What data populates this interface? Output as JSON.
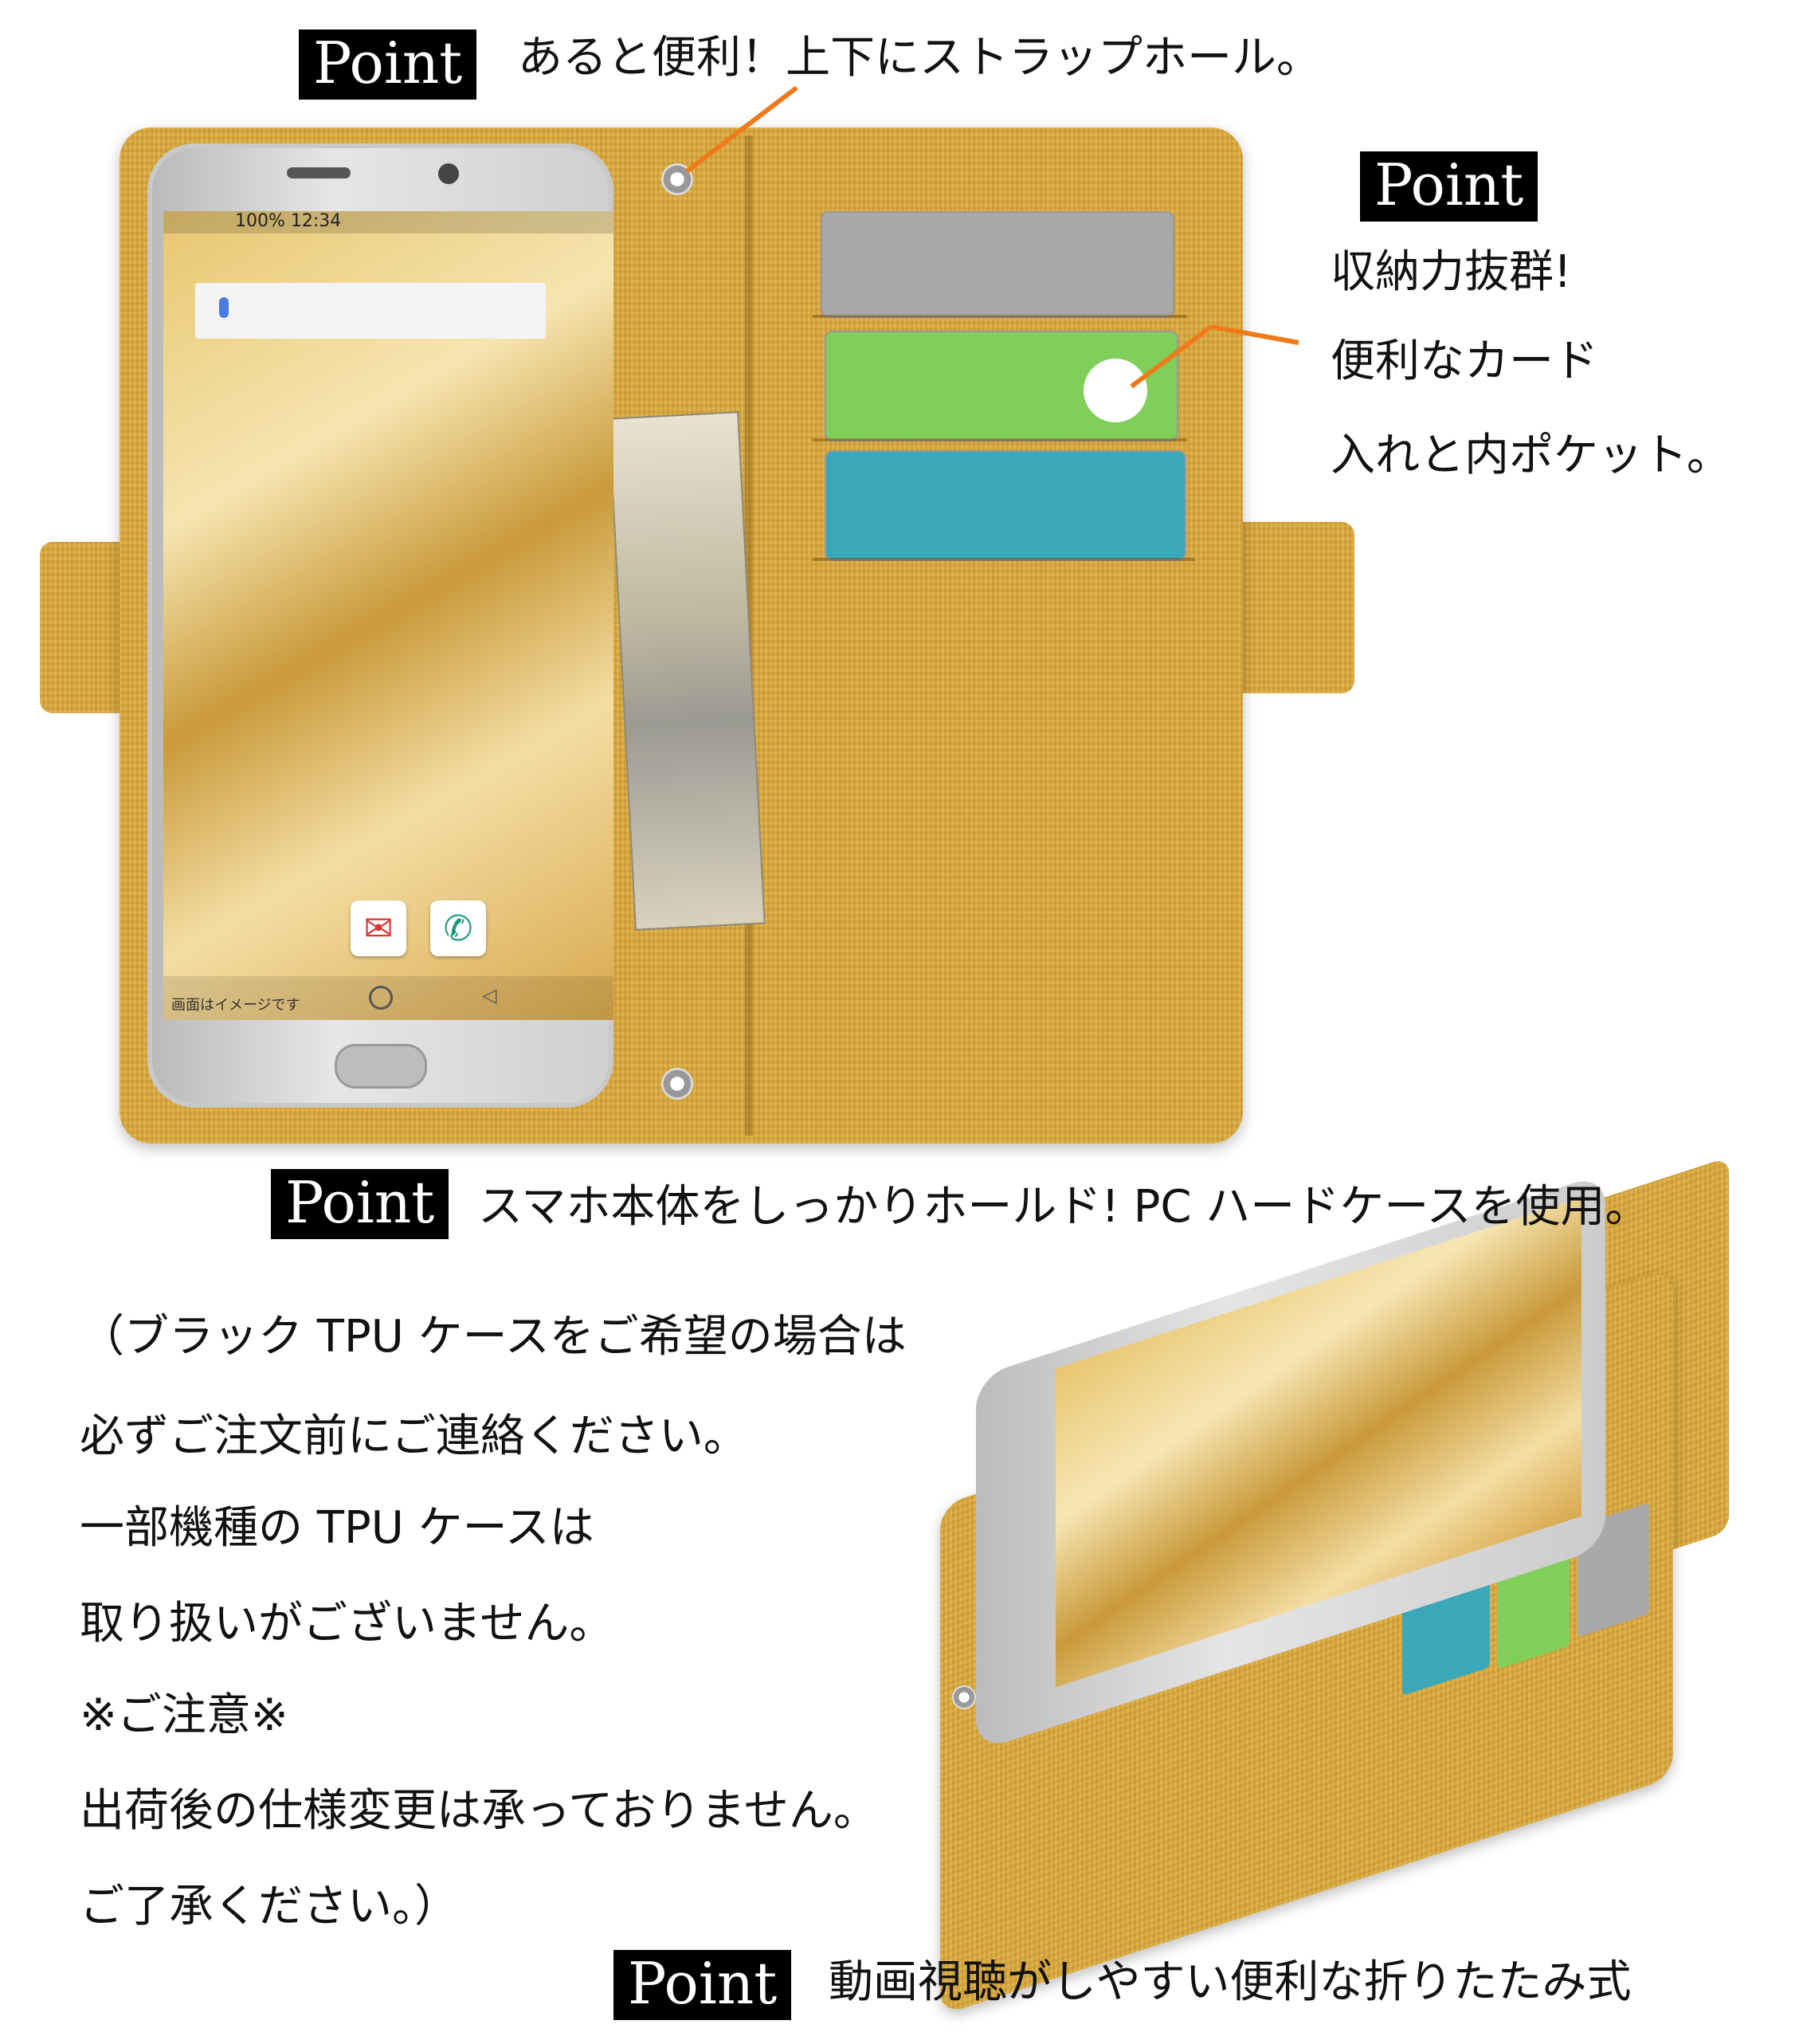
{
  "points": {
    "label": "Point",
    "strap_hole": "あると便利！上下にストラップホール。",
    "storage_line1": "収納力抜群!",
    "storage_line2": "便利なカード",
    "storage_line3": "入れと内ポケット。",
    "hard_case": "スマホ本体をしっかりホールド! PC ハードケースを使用。",
    "folding": "動画視聴がしやすい便利な折りたたみ式"
  },
  "notes": {
    "line1": "（ブラック TPU ケースをご希望の場合は",
    "line2": "必ずご注文前にご連絡ください。",
    "line3": "一部機種の TPU ケースは",
    "line4": "取り扱いがございません。",
    "line5": "※ご注意※",
    "line6": " 出荷後の仕様変更は承っておりません。",
    "line7": "ご了承ください。）"
  },
  "phone": {
    "status_text": "100% 12:34",
    "nav_caption": "画面はイメージです"
  },
  "colors": {
    "fabric": "#d8a63a",
    "leader_line": "#f07a1a",
    "card_green": "#7fcf5a",
    "card_teal": "#3aa8b8",
    "card_gray": "#a9a9a9"
  },
  "icons": {
    "mail": "mail-icon",
    "phone_call": "phone-call-icon",
    "mic": "microphone-icon"
  }
}
